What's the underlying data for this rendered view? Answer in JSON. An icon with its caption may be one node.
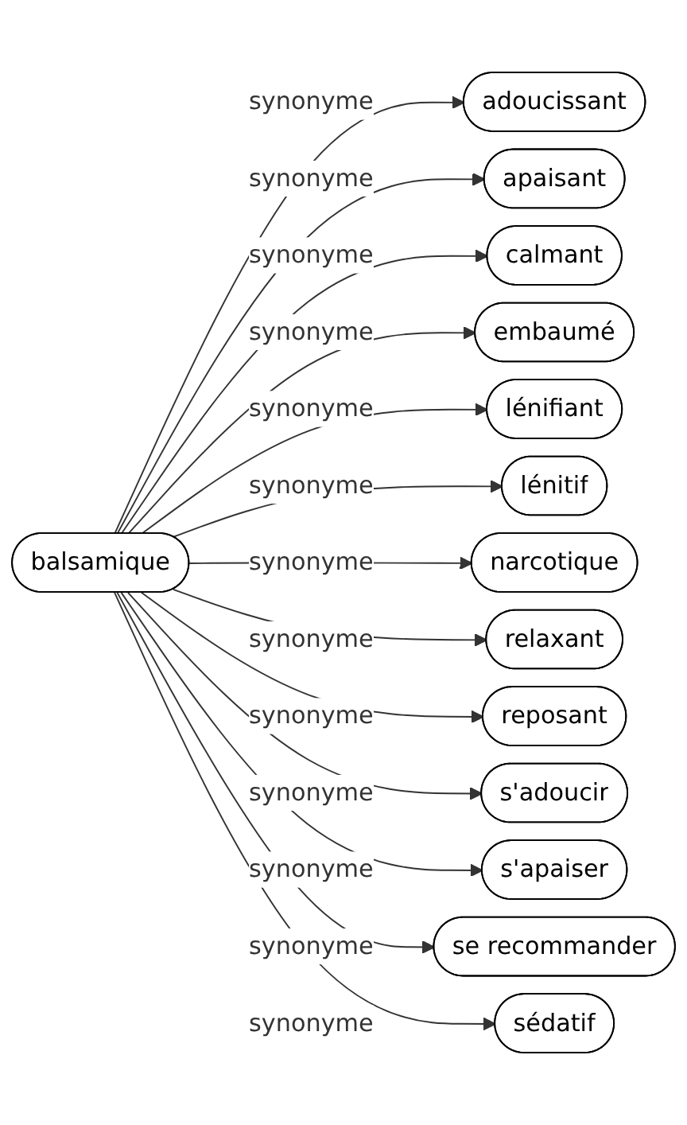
{
  "diagram": {
    "nodes": [
      {
        "text": [
          "balsamique"
        ]
      },
      {
        "text": [
          "adoucissant"
        ]
      },
      {
        "text": [
          "apaisant"
        ]
      },
      {
        "text": [
          "calmant"
        ]
      },
      {
        "text": [
          "embaumé"
        ]
      },
      {
        "text": [
          "lénifiant"
        ]
      },
      {
        "text": [
          "lénitif"
        ]
      },
      {
        "text": [
          "narcotique"
        ]
      },
      {
        "text": [
          "relaxant"
        ]
      },
      {
        "text": [
          "reposant"
        ]
      },
      {
        "text": [
          "s'adoucir"
        ]
      },
      {
        "text": [
          "s'apaiser"
        ]
      },
      {
        "text": [
          "se recommander"
        ]
      },
      {
        "text": [
          "sédatif"
        ]
      }
    ],
    "edges": [
      {
        "from": 0,
        "to": 1,
        "arrow": "to",
        "label": "synonyme"
      },
      {
        "from": 0,
        "to": 2,
        "arrow": "to",
        "label": "synonyme"
      },
      {
        "from": 0,
        "to": 3,
        "arrow": "to",
        "label": "synonyme"
      },
      {
        "from": 0,
        "to": 4,
        "arrow": "to",
        "label": "synonyme"
      },
      {
        "from": 0,
        "to": 5,
        "arrow": "to",
        "label": "synonyme"
      },
      {
        "from": 0,
        "to": 6,
        "arrow": "to",
        "label": "synonyme"
      },
      {
        "from": 0,
        "to": 7,
        "arrow": "to",
        "label": "synonyme"
      },
      {
        "from": 0,
        "to": 8,
        "arrow": "to",
        "label": "synonyme"
      },
      {
        "from": 0,
        "to": 9,
        "arrow": "to",
        "label": "synonyme"
      },
      {
        "from": 0,
        "to": 10,
        "arrow": "to",
        "label": "synonyme"
      },
      {
        "from": 0,
        "to": 11,
        "arrow": "to",
        "label": "synonyme"
      },
      {
        "from": 0,
        "to": 12,
        "arrow": "to",
        "label": "synonyme"
      },
      {
        "from": 0,
        "to": 13,
        "arrow": "to",
        "label": "synonyme"
      }
    ]
  }
}
